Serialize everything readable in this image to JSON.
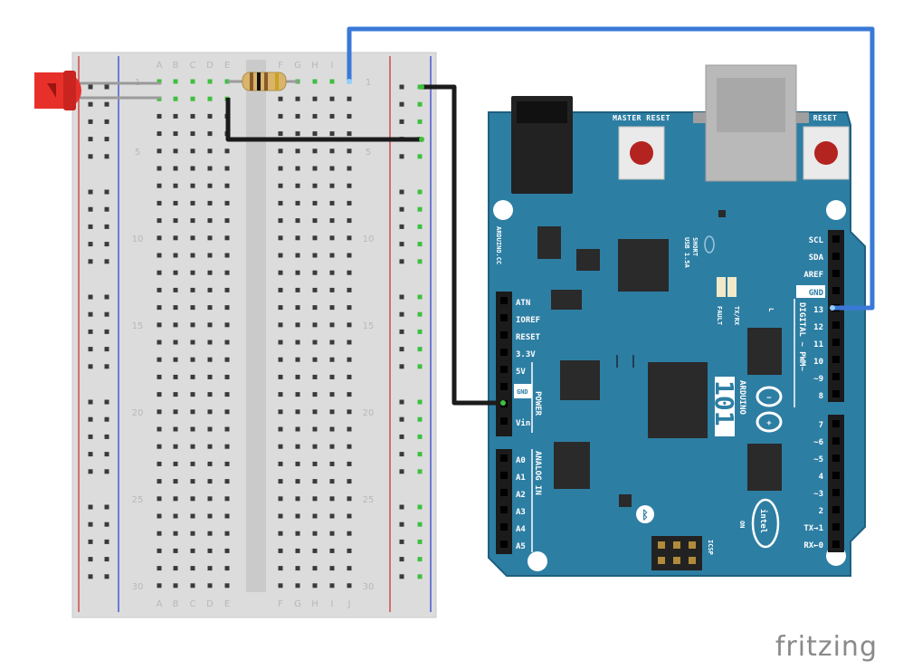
{
  "breadboard": {
    "column_letters_left": [
      "A",
      "B",
      "C",
      "D",
      "E"
    ],
    "column_letters_right": [
      "F",
      "G",
      "H",
      "I",
      "J"
    ],
    "row_numbers": [
      "1",
      "5",
      "10",
      "15",
      "20",
      "25",
      "30"
    ]
  },
  "board": {
    "name": "ARDUINO",
    "model": "101",
    "brand_site": "ARDUINO.CC",
    "master_reset_label": "MASTER RESET",
    "reset_label": "RESET",
    "usb_note_line1": "USB 1.5A",
    "usb_note_line2": "SHORT",
    "fault_label": "FAULT",
    "txrx_label": "TX/RX",
    "l_label": "L",
    "on_label": "ON",
    "icsp_label": "ICSP",
    "intel_label": "intel",
    "digital_label": "DIGITAL ~ PWM~",
    "power_label": "POWER",
    "analog_label": "ANALOG IN",
    "power_pins": [
      "ATN",
      "IOREF",
      "RESET",
      "3.3V",
      "5V",
      "GND",
      "Vin"
    ],
    "analog_pins": [
      "A0",
      "A1",
      "A2",
      "A3",
      "A4",
      "A5"
    ],
    "digital_pins_top": [
      "SCL",
      "SDA",
      "AREF",
      "GND",
      "13",
      "12",
      "11",
      "10",
      "~9",
      "8"
    ],
    "digital_pins_bottom": [
      "7",
      "~6",
      "~5",
      "4",
      "~3",
      "2",
      "TX→1",
      "RX←0"
    ]
  },
  "footer": {
    "brand": "fritzing"
  },
  "colors": {
    "board": "#2d7ea3",
    "board_dark": "#1e5f80",
    "wire_blue": "#3a78d8",
    "wire_black": "#1b1b1b",
    "led": "#e8302a",
    "breadboard": "#dcdcdc",
    "rail_red": "#d24a4a",
    "rail_blue": "#4a5ad2",
    "hole_green": "#3fbf3f"
  }
}
